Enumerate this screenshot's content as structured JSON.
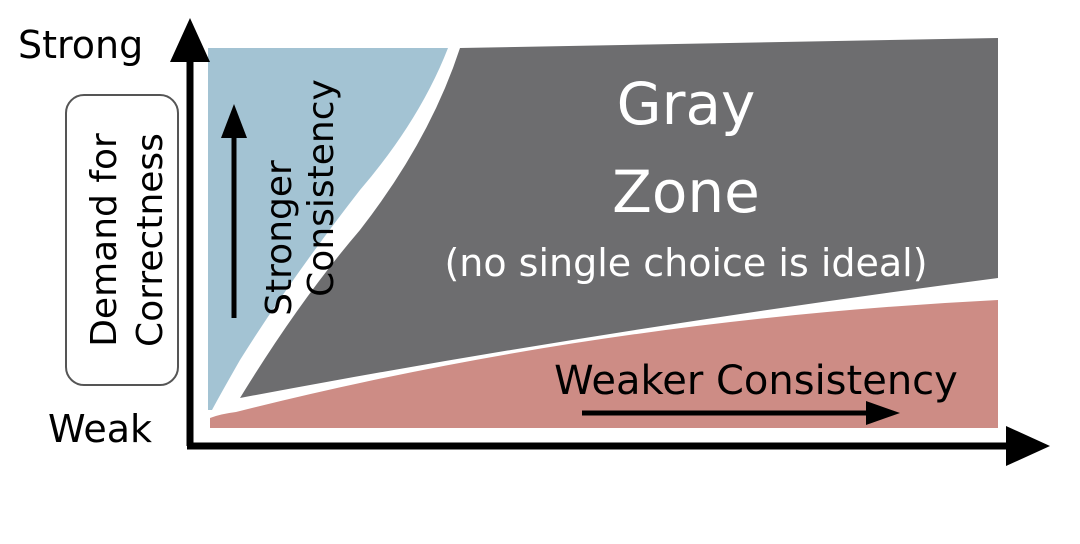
{
  "y_axis": {
    "top_label": "Strong",
    "bottom_label": "Weak",
    "title_line1": "Demand for",
    "title_line2": "Correctness"
  },
  "regions": {
    "strong": {
      "label_line1": "Stronger",
      "label_line2": "Consistency",
      "color": "#a3c3d3"
    },
    "gray": {
      "title_line1": "Gray",
      "title_line2": "Zone",
      "subtitle": "(no single choice is ideal)",
      "color": "#6d6d6f"
    },
    "weak": {
      "label": "Weaker Consistency",
      "color": "#cd8c85"
    }
  }
}
